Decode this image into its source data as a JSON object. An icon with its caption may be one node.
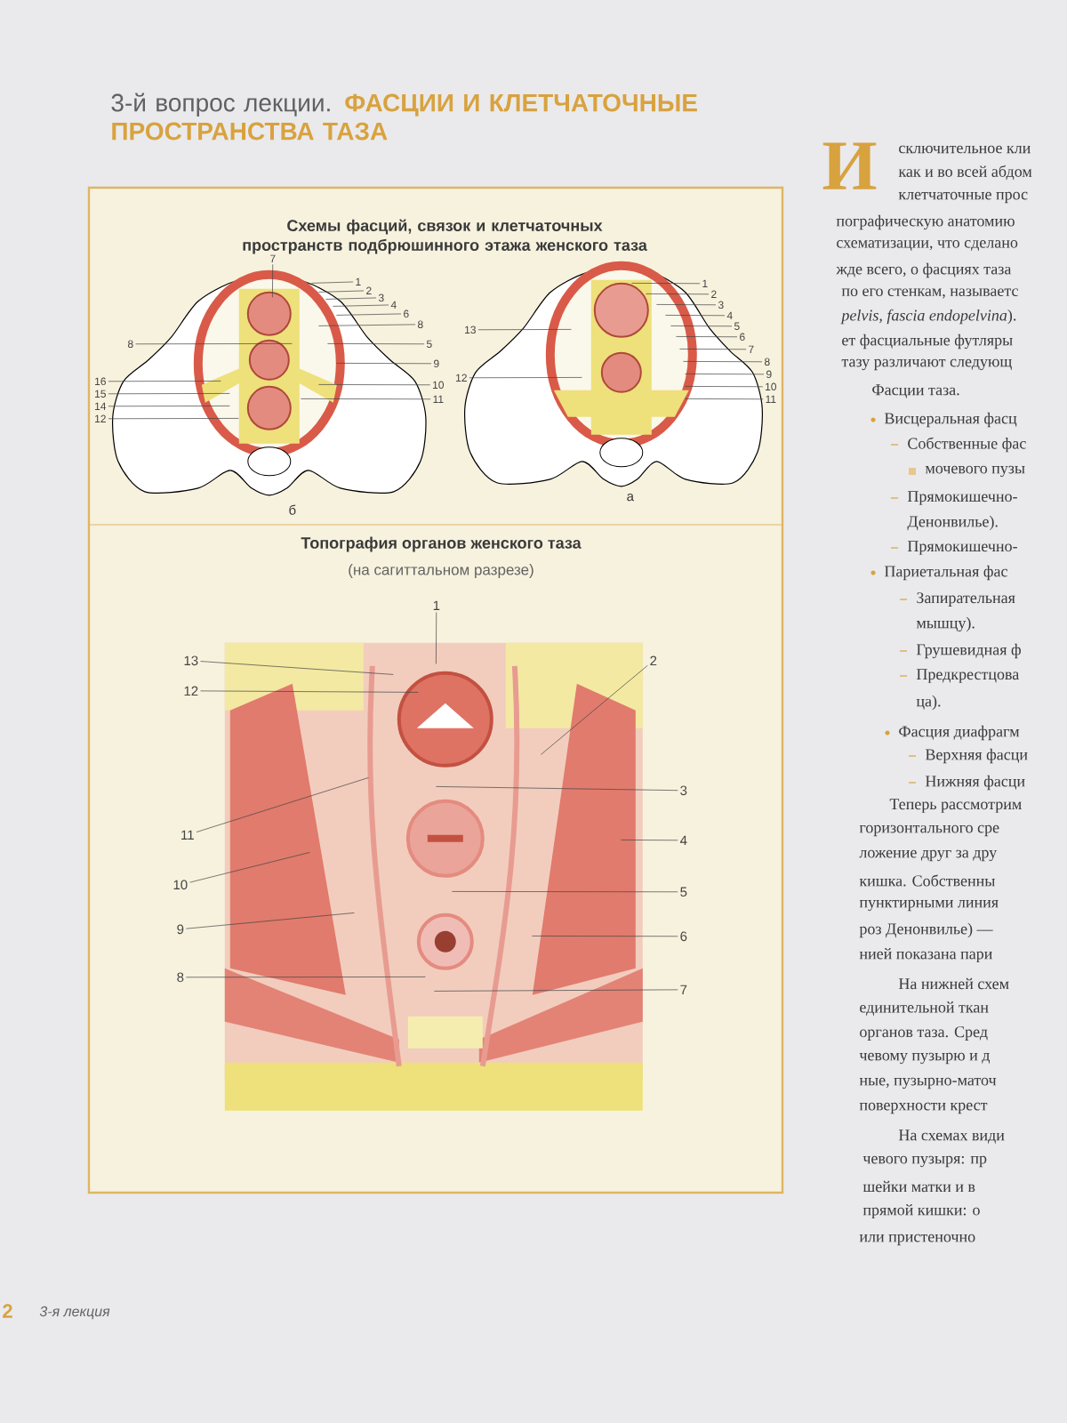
{
  "diagram": {
    "title": "3-й вопрос лекции. **ФАСЦИИ И КЛЕТЧАТОЧНЫЕ ПРОСТРАНСТВА ТАЗА**",
    "nodes": [
      {
        "text": [
          "Схемы фасций, связок и клетчаточных пространств подбрюшинного этажа женского таза",
          "Топография органов женского таза",
          "(на сагиттальном разрезе)"
        ]
      },
      {
        "text": [
          "7"
        ],
        "in": 0
      },
      {
        "text": [
          "1"
        ],
        "in": 0
      },
      {
        "text": [
          "2"
        ],
        "in": 0
      },
      {
        "text": [
          "3"
        ],
        "in": 0
      },
      {
        "text": [
          "4"
        ],
        "in": 0
      },
      {
        "text": [
          "6"
        ],
        "in": 0
      },
      {
        "text": [
          "8"
        ],
        "in": 0
      },
      {
        "text": [
          "8"
        ],
        "in": 0
      },
      {
        "text": [
          "5"
        ],
        "in": 0
      },
      {
        "text": [
          "9"
        ],
        "in": 0
      },
      {
        "text": [
          "16"
        ],
        "in": 0
      },
      {
        "text": [
          "10"
        ],
        "in": 0
      },
      {
        "text": [
          "15"
        ],
        "in": 0
      },
      {
        "text": [
          "11"
        ],
        "in": 0
      },
      {
        "text": [
          "14"
        ],
        "in": 0
      },
      {
        "text": [
          "12"
        ],
        "in": 0
      },
      {
        "text": [
          "1"
        ],
        "in": 0
      },
      {
        "text": [
          "2"
        ],
        "in": 0
      },
      {
        "text": [
          "3"
        ],
        "in": 0
      },
      {
        "text": [
          "4"
        ],
        "in": 0
      },
      {
        "text": [
          "5"
        ],
        "in": 0
      },
      {
        "text": [
          "6"
        ],
        "in": 0
      },
      {
        "text": [
          "7"
        ],
        "in": 0
      },
      {
        "text": [
          "8"
        ],
        "in": 0
      },
      {
        "text": [
          "9"
        ],
        "in": 0
      },
      {
        "text": [
          "10"
        ],
        "in": 0
      },
      {
        "text": [
          "11"
        ],
        "in": 0
      },
      {
        "text": [
          "13"
        ],
        "in": 0
      },
      {
        "text": [
          "12"
        ],
        "in": 0
      },
      {
        "text": [
          "1"
        ],
        "in": 0
      },
      {
        "text": [
          "13"
        ],
        "in": 0
      },
      {
        "text": [
          "12"
        ],
        "in": 0
      },
      {
        "text": [
          "2"
        ],
        "in": 0
      },
      {
        "text": [
          "3"
        ],
        "in": 0
      },
      {
        "text": [
          "11"
        ],
        "in": 0
      },
      {
        "text": [
          "4"
        ],
        "in": 0
      },
      {
        "text": [
          "10"
        ],
        "in": 0
      },
      {
        "text": [
          "5"
        ],
        "in": 0
      },
      {
        "text": [
          "9"
        ],
        "in": 0
      },
      {
        "text": [
          "6"
        ],
        "in": 0
      },
      {
        "text": [
          "8"
        ],
        "in": 0
      },
      {
        "text": [
          "7"
        ],
        "in": 0
      },
      {
        "text": [],
        "shape": "picture",
        "in": 0,
        "beside": [
          "б"
        ]
      },
      {
        "text": [],
        "shape": "picture",
        "in": 0,
        "beside": [
          "а"
        ]
      },
      {
        "text": [],
        "shape": "picture",
        "in": 0
      }
    ],
    "edges": [
      {
        "from": 1,
        "to": 43,
        "arrow": "none"
      },
      {
        "from": 2,
        "to": 43,
        "arrow": "none"
      },
      {
        "from": 3,
        "to": 43,
        "arrow": "none"
      },
      {
        "from": 4,
        "to": 43,
        "arrow": "none"
      },
      {
        "from": 5,
        "to": 43,
        "arrow": "none"
      },
      {
        "from": 6,
        "to": 43,
        "arrow": "none"
      },
      {
        "from": 7,
        "to": 43,
        "arrow": "none"
      },
      {
        "from": 8,
        "to": 43,
        "arrow": "none"
      },
      {
        "from": 9,
        "to": 43,
        "arrow": "none"
      },
      {
        "from": 10,
        "to": 43,
        "arrow": "none"
      },
      {
        "from": 11,
        "to": 43,
        "arrow": "none"
      },
      {
        "from": 12,
        "to": 43,
        "arrow": "none"
      },
      {
        "from": 13,
        "to": 43,
        "arrow": "none"
      },
      {
        "from": 14,
        "to": 43,
        "arrow": "none"
      },
      {
        "from": 15,
        "to": 43,
        "arrow": "none"
      },
      {
        "from": 16,
        "to": 43,
        "arrow": "none"
      },
      {
        "from": 17,
        "to": 44,
        "arrow": "none"
      },
      {
        "from": 18,
        "to": 44,
        "arrow": "none"
      },
      {
        "from": 19,
        "to": 44,
        "arrow": "none"
      },
      {
        "from": 20,
        "to": 44,
        "arrow": "none"
      },
      {
        "from": 21,
        "to": 44,
        "arrow": "none"
      },
      {
        "from": 22,
        "to": 44,
        "arrow": "none"
      },
      {
        "from": 23,
        "to": 44,
        "arrow": "none"
      },
      {
        "from": 24,
        "to": 44,
        "arrow": "none"
      },
      {
        "from": 25,
        "to": 44,
        "arrow": "none"
      },
      {
        "from": 26,
        "to": 44,
        "arrow": "none"
      },
      {
        "from": 27,
        "to": 44,
        "arrow": "none"
      },
      {
        "from": 28,
        "to": 44,
        "arrow": "none"
      },
      {
        "from": 29,
        "to": 44,
        "arrow": "none"
      },
      {
        "from": 30,
        "to": 45,
        "arrow": "none"
      },
      {
        "from": 31,
        "to": 45,
        "arrow": "none"
      },
      {
        "from": 32,
        "to": 45,
        "arrow": "none"
      },
      {
        "from": 33,
        "to": 45,
        "arrow": "none"
      },
      {
        "from": 34,
        "to": 45,
        "arrow": "none"
      },
      {
        "from": 35,
        "to": 45,
        "arrow": "none"
      },
      {
        "from": 36,
        "to": 45,
        "arrow": "none"
      },
      {
        "from": 37,
        "to": 45,
        "arrow": "none"
      },
      {
        "from": 38,
        "to": 45,
        "arrow": "none"
      },
      {
        "from": 39,
        "to": 45,
        "arrow": "none"
      },
      {
        "from": 40,
        "to": 45,
        "arrow": "none"
      },
      {
        "from": 41,
        "to": 45,
        "arrow": "none"
      },
      {
        "from": 42,
        "to": 45,
        "arrow": "none"
      }
    ],
    "labels": [
      "И",
      "сключительное кли",
      "как и во всей абдом",
      "клетчаточные прос",
      "пографическую анатомию",
      "схематизации, что сделано",
      "жде всего, о фасциях таза",
      "по его стенкам, называетс",
      "*pelvis, fascia endopelvina*).",
      "ет фасциальные футляры",
      "тазу различают следующ",
      "Фасции таза.",
      "Висцеральная фасц",
      "Собственные фас",
      "мочевого пузы",
      "Прямокишечно-",
      "Денонвилье).",
      "Прямокишечно-",
      "Париетальная фас",
      "Запирательная",
      "мышцу).",
      "Грушевидная ф",
      "Предкрестцова",
      "ца).",
      "Фасция диафрагм",
      "Верхняя фасци",
      "Нижняя фасци",
      "Теперь рассмотрим",
      "горизонтального сре",
      "ложение друг за дру",
      "кишка. Собственны",
      "пунктирными линия",
      "роз Денонвилье) —",
      "нией показана пари",
      "На нижней схем",
      "единительной ткан",
      "органов таза. Сред",
      "чевому пузырю и д",
      "ные, пузырно-маточ",
      "поверхности крест",
      "На схемах види",
      "чевого пузыря: пр",
      "шейки матки и в",
      "прямой кишки: о",
      "или пристеночно",
      "2",
      "3-я лекция"
    ]
  }
}
